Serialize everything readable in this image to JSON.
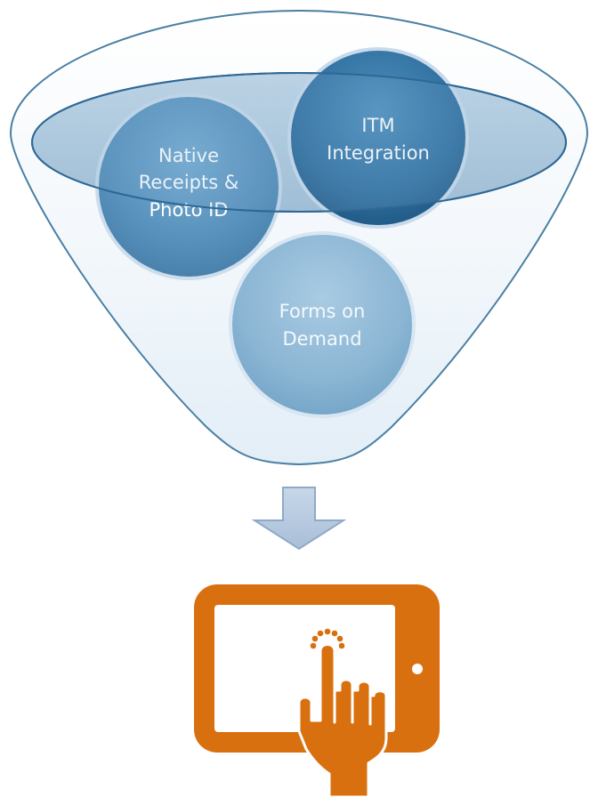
{
  "funnel": {
    "items": [
      {
        "line1": "Native",
        "line2": "Receipts &",
        "line3": "Photo ID"
      },
      {
        "line1": "ITM",
        "line2": "Integration"
      },
      {
        "line1": "Forms on",
        "line2": "Demand"
      }
    ]
  },
  "icons": {
    "arrow": "down-arrow-icon",
    "result": "tablet-touch-icon"
  },
  "colors": {
    "funnel_outline": "#4a7fa3",
    "circle_dark": "#2f6f9f",
    "circle_light": "#8ab5d3",
    "arrow_fill": "#b4c8de",
    "tablet_orange": "#d9700f"
  }
}
